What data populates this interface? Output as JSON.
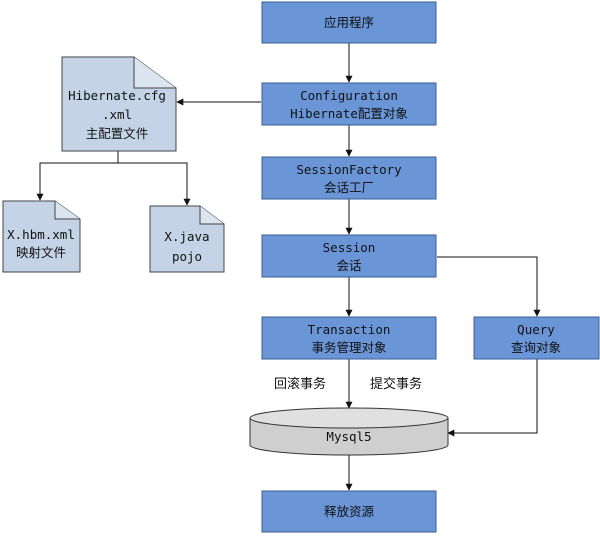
{
  "colors": {
    "box_fill": "#6a96d8",
    "box_stroke": "#3a5f96",
    "doc_fill": "#c4d4e6",
    "doc_stroke": "#444444",
    "db_fill": "#cfcfcf",
    "line": "#111111"
  },
  "nodes": {
    "app": {
      "lines": [
        "应用程序"
      ]
    },
    "configuration": {
      "lines": [
        "Configuration",
        "Hibernate配置对象"
      ]
    },
    "session_factory": {
      "lines": [
        "SessionFactory",
        "会话工厂"
      ]
    },
    "session": {
      "lines": [
        "Session",
        "会话"
      ]
    },
    "transaction": {
      "lines": [
        "Transaction",
        "事务管理对象"
      ]
    },
    "query": {
      "lines": [
        "Query",
        "查询对象"
      ]
    },
    "database": {
      "lines": [
        "Mysql5"
      ]
    },
    "release": {
      "lines": [
        "释放资源"
      ]
    },
    "cfg_doc": {
      "lines": [
        "Hibernate.cfg",
        ".xml",
        "主配置文件"
      ]
    },
    "hbm_doc": {
      "lines": [
        "X.hbm.xml",
        "映射文件"
      ]
    },
    "java_doc": {
      "lines": [
        "X.java",
        "pojo"
      ]
    }
  },
  "edge_labels": {
    "rollback": "回滚事务",
    "commit": "提交事务"
  }
}
